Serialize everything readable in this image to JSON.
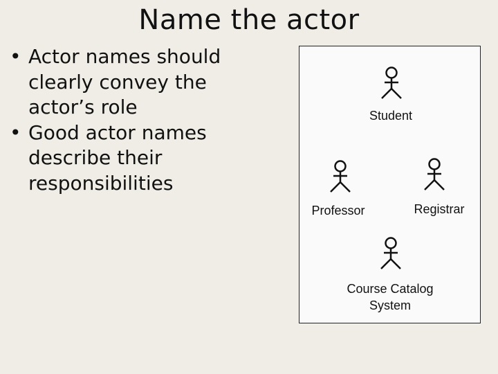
{
  "slide": {
    "title": "Name the actor",
    "bullets": [
      "Actor names should clearly convey the actor’s role",
      "Good actor names describe their responsibilities"
    ],
    "bullet_glyph": "•"
  },
  "diagram": {
    "actors": [
      {
        "label_line1": "Student",
        "label_line2": ""
      },
      {
        "label_line1": "Professor",
        "label_line2": ""
      },
      {
        "label_line1": "Registrar",
        "label_line2": ""
      },
      {
        "label_line1": "Course Catalog",
        "label_line2": "System"
      }
    ],
    "actor_icon": "stick-figure-icon"
  }
}
